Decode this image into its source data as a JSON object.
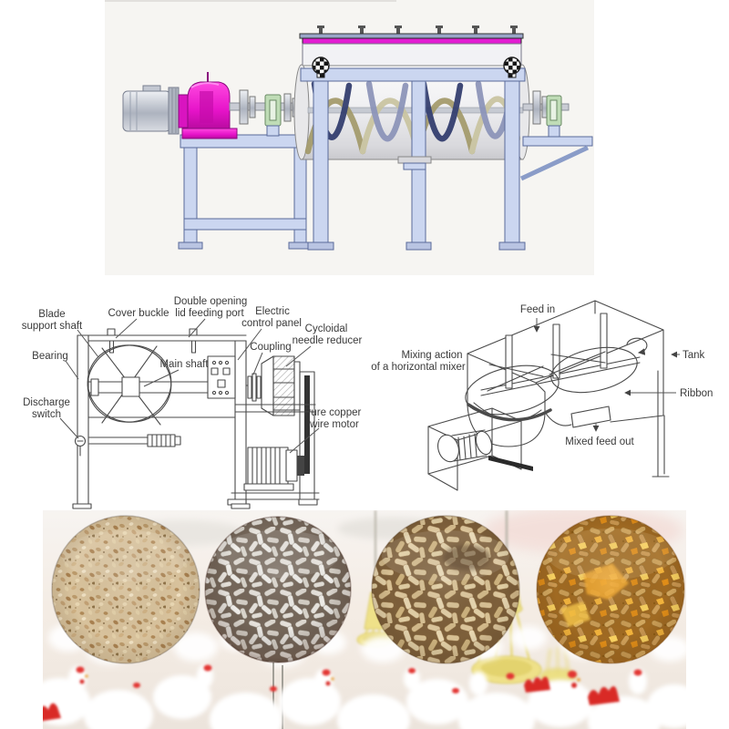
{
  "colors": {
    "render_background": "#f6f5f2",
    "frame_blue": "#cbd6f0",
    "frame_outline": "#5a6a9a",
    "magenta": "#e613c9",
    "magenta_strip": "#e21cd2",
    "ribbon_olive": "#a39a6a",
    "ribbon_navy": "#2f3a6c",
    "ribbon_steel": "#8b93b8",
    "motor_silver": "#c6cad2",
    "bearing_green": "#bfdcb6",
    "diagram_line": "#4a4a4a",
    "label_text": "#3a3a3a",
    "crumble_beige": "#d8c29c",
    "pellet_gray": "#e4e0da",
    "pellet_tan": "#d9c298",
    "corn_gold": "#f2b33c",
    "feeder_yellow": "#efe189",
    "comb_red": "#e23430",
    "belt_black": "#333333"
  },
  "diagram_left": {
    "labels": {
      "blade_support_shaft": {
        "l1": "Blade",
        "l2": "support shaft"
      },
      "cover_buckle": "Cover buckle",
      "feeding_port": {
        "l1": "Double opening",
        "l2": "lid feeding port"
      },
      "electric_panel": {
        "l1": "Electric",
        "l2": "control panel"
      },
      "coupling": "Coupling",
      "cycloidal_reducer": {
        "l1": "Cycloidal",
        "l2": "needle reducer"
      },
      "bearing": "Bearing",
      "main_shaft": "Main shaft",
      "discharge_switch": {
        "l1": "Discharge",
        "l2": "switch"
      },
      "copper_motor": {
        "l1": "Pure copper",
        "l2": "wire motor"
      }
    }
  },
  "diagram_right": {
    "labels": {
      "feed_in": "Feed in",
      "mixing_action": {
        "l1": "Mixing action",
        "l2": "of a horizontal mixer"
      },
      "tank": "Tank",
      "ribbon": "Ribbon",
      "mixed_feed_out": "Mixed feed out"
    }
  }
}
